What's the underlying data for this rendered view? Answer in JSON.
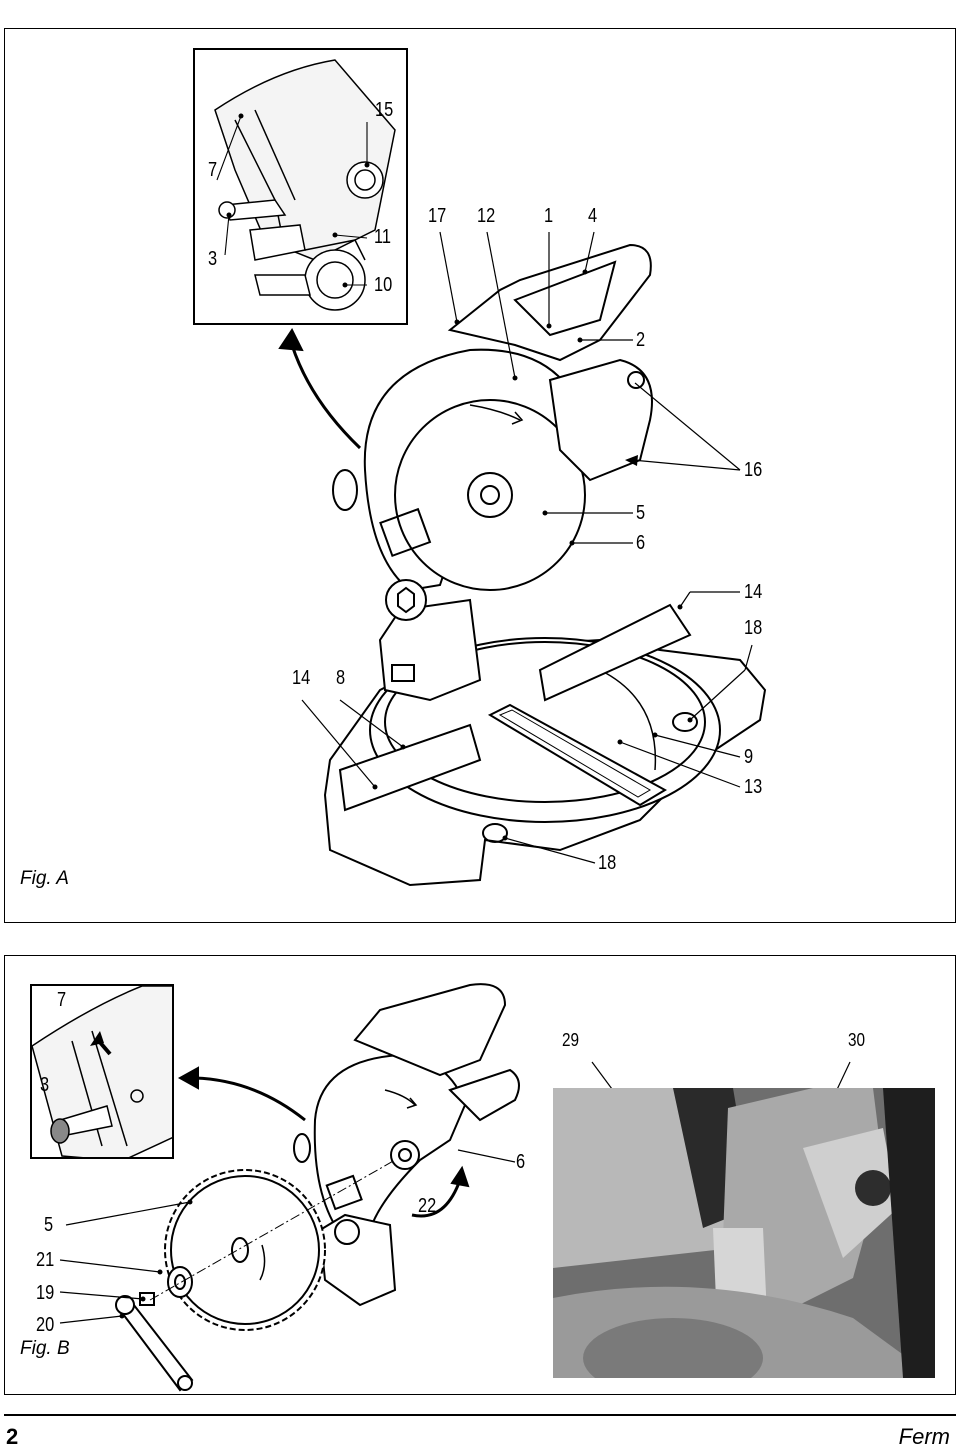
{
  "fig_a": {
    "caption": "Fig. A",
    "labels": {
      "l15": "15",
      "l7": "7",
      "l3": "3",
      "l11": "11",
      "l10": "10",
      "l17": "17",
      "l12": "12",
      "l1": "1",
      "l4": "4",
      "l2": "2",
      "l16": "16",
      "l5": "5",
      "l6": "6",
      "l14a": "14",
      "l18a": "18",
      "l14b": "14",
      "l8": "8",
      "l9": "9",
      "l13": "13",
      "l18b": "18"
    }
  },
  "fig_b": {
    "caption": "Fig. B",
    "labels": {
      "l7": "7",
      "l3": "3",
      "l6": "6",
      "l22": "22",
      "l5": "5",
      "l21": "21",
      "l19": "19",
      "l20": "20",
      "l29": "29",
      "l30": "30"
    }
  },
  "footer": {
    "page_number": "2",
    "brand": "Ferm"
  }
}
